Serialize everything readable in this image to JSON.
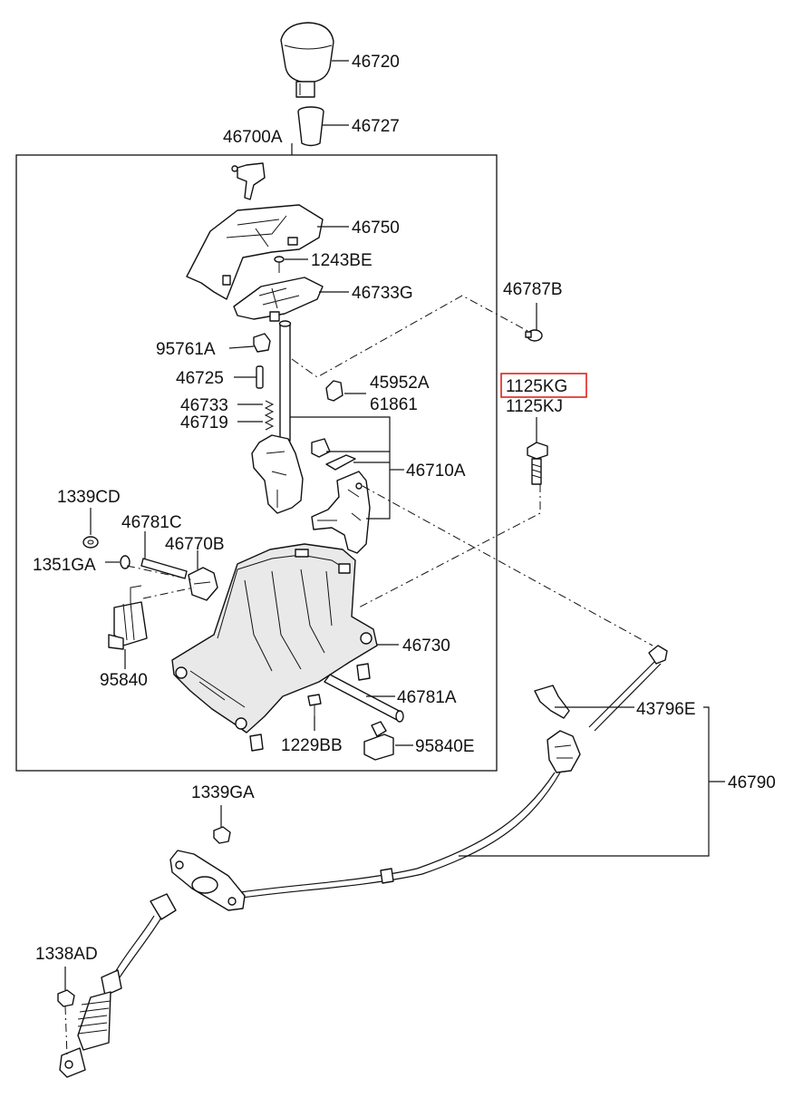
{
  "labels": {
    "p46720": "46720",
    "p46727": "46727",
    "p46700A": "46700A",
    "p46750": "46750",
    "p1243BE": "1243BE",
    "p46733G": "46733G",
    "p46787B": "46787B",
    "p95761A": "95761A",
    "p46725": "46725",
    "p45952A": "45952A",
    "p61861": "61861",
    "p1125KG": "1125KG",
    "p1125KJ": "1125KJ",
    "p46733": "46733",
    "p46719": "46719",
    "p46710A": "46710A",
    "p1339CD": "1339CD",
    "p46781C": "46781C",
    "p46770B": "46770B",
    "p1351GA": "1351GA",
    "p46730": "46730",
    "p95840": "95840",
    "p46781A": "46781A",
    "p43796E": "43796E",
    "p1229BB": "1229BB",
    "p95840E": "95840E",
    "p46790": "46790",
    "p1339GA": "1339GA",
    "p1338AD": "1338AD"
  },
  "highlight": {
    "part": "1125KG",
    "color": "#e0221c"
  }
}
